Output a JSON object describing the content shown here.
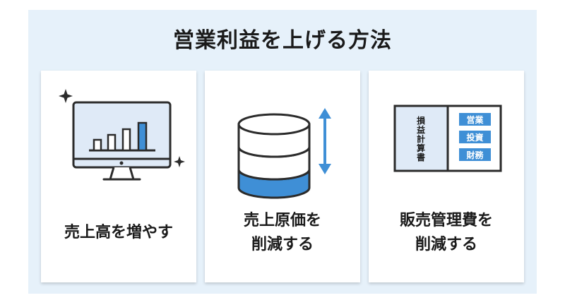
{
  "title": "営業利益を上げる方法",
  "cards": [
    {
      "label_line1": "売上高を増やす"
    },
    {
      "label_line1": "売上原価を",
      "label_line2": "削減する"
    },
    {
      "label_line1": "販売管理費を",
      "label_line2": "削減する",
      "doc_spine": [
        "損",
        "益",
        "計",
        "算",
        "書"
      ],
      "doc_tags": [
        "営業",
        "投資",
        "財務"
      ]
    }
  ],
  "colors": {
    "accent": "#3f8fd6",
    "dark": "#2b2b2b",
    "panel": "#dfeaf7",
    "background": "#e6f1fa"
  }
}
